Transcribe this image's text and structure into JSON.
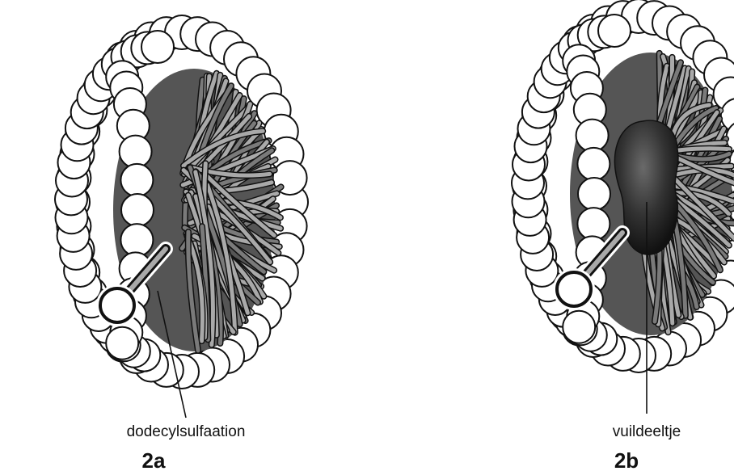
{
  "figure": {
    "panels": [
      {
        "id": "2a",
        "label": "2a",
        "callout": "dodecylsulfaation",
        "has_dirt_particle": false
      },
      {
        "id": "2b",
        "label": "2b",
        "callout": "vuildeeltje",
        "has_dirt_particle": true
      }
    ]
  },
  "colors": {
    "head_fill": "#ffffff",
    "outline": "#111111",
    "tail_fill": "#a9a9a9",
    "tail_dark": "#7a7a7a",
    "core": "#555555",
    "dirt": "#2c2c2c"
  }
}
